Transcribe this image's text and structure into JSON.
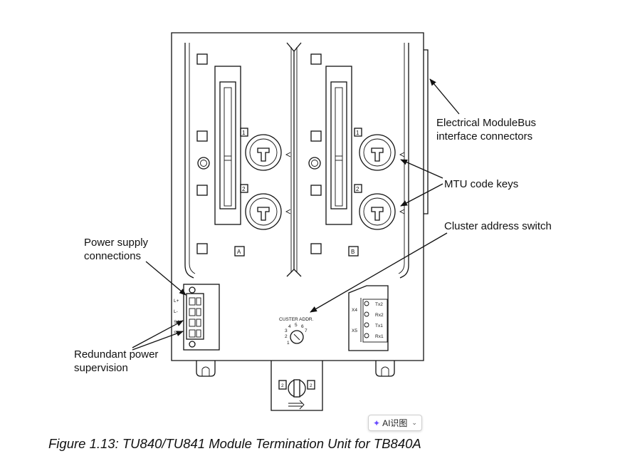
{
  "callouts": {
    "modulebus_line1": "Electrical ModuleBus",
    "modulebus_line2": "interface connectors",
    "code_keys": "MTU code keys",
    "cluster_switch": "Cluster address switch",
    "power_line1": "Power supply",
    "power_line2": "connections",
    "redundant_line1": "Redundant power",
    "redundant_line2": "supervision"
  },
  "board": {
    "slot_a": "A",
    "slot_b": "B",
    "slot_num_1": "1",
    "slot_num_2": "2",
    "power_pins": [
      "L+",
      "L-",
      "SA",
      "SB"
    ],
    "cluster_label": "CUSTER ADDR.",
    "dial_numbers": [
      "1",
      "2",
      "3",
      "4",
      "5",
      "6",
      "7"
    ],
    "port_x4": "X4",
    "port_x5": "X5",
    "port_signals": [
      "Tx2",
      "Rx2",
      "Tx1",
      "Rx1"
    ],
    "lock_num": "2"
  },
  "caption": "Figure 1.13: TU840/TU841 Module Termination Unit for TB840A",
  "overlay": {
    "ai_button_label": "AI识图"
  }
}
